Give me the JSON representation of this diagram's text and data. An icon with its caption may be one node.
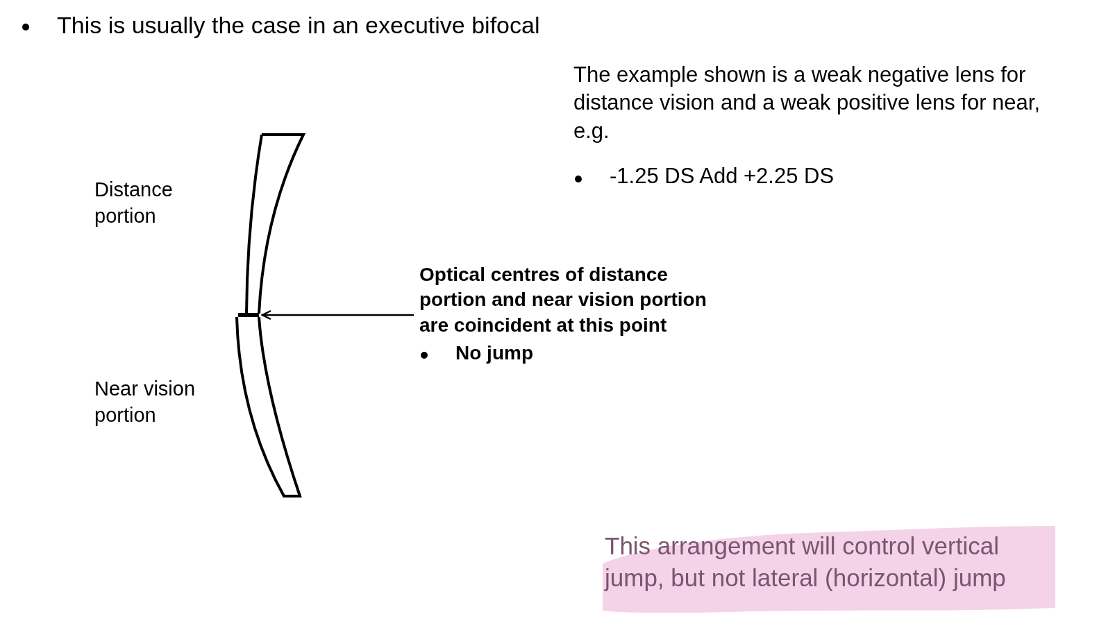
{
  "diagram": {
    "nodes": [
      {
        "text": [
          "Optical centres of distance portion and near vision portion are coincident at this point",
          "No jump"
        ]
      },
      {
        "text": [],
        "shape": "bar"
      }
    ],
    "edges": [
      {
        "from": 0,
        "to": 1,
        "arrow": "to"
      }
    ],
    "labels": [
      "This is usually the case in an executive bifocal",
      "The example shown is a weak negative lens for distance vision and a weak positive lens for near, e.g.",
      "-1.25 DS Add +2.25 DS",
      "Distance portion",
      "Near vision portion",
      "This arrangement will control vertical jump, but not lateral (horizontal) jump"
    ]
  }
}
